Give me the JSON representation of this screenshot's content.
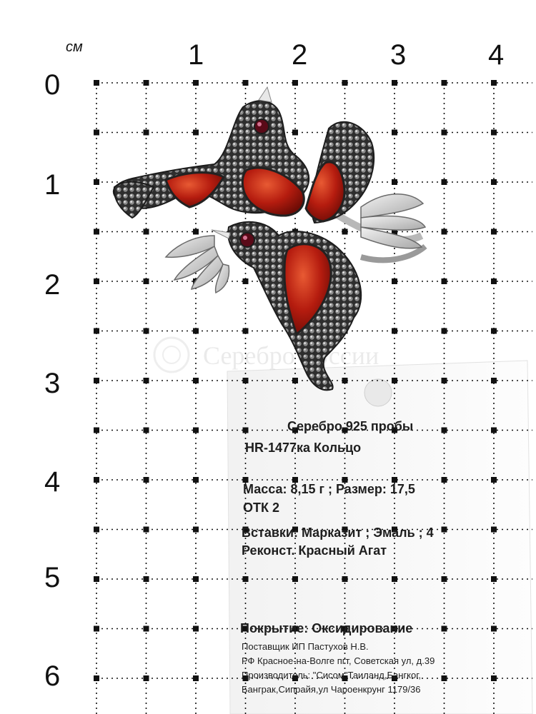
{
  "ruler": {
    "unit": "см",
    "columns": [
      "1",
      "2",
      "3",
      "4"
    ],
    "rows": [
      "0",
      "1",
      "2",
      "3",
      "4",
      "5",
      "6"
    ]
  },
  "watermark": "Серебро России",
  "tag": {
    "line1": "Серебро 925 пробы",
    "line2": "HR-1477ка Кольцо",
    "line3": "Масса: 8,15 г ; Размер: 17,5",
    "line4": "ОТК 2",
    "line5": "Вставки: Марказит ; Эмаль ; 4",
    "line6": "Реконст. Красный Агат",
    "line7": "Покрытие: Оксидирование",
    "line8": "Поставщик ИП Пастухов Н.В.",
    "line9": "РФ Красное-на-Волге пгт, Советская ул, д.39",
    "line10": "Производитель: \"Сисом\"Таиланд,Бангког,",
    "line11": "Банграк,Сипрайя,ул Чароенкрунг 1179/36"
  },
  "colors": {
    "grid": "#111111",
    "stone": "#b01a0e",
    "stone_highlight": "#e14a2a",
    "silver_dark": "#3a3a3a",
    "silver_light": "#dcdcdc",
    "tag_paper": "#fafafa"
  }
}
